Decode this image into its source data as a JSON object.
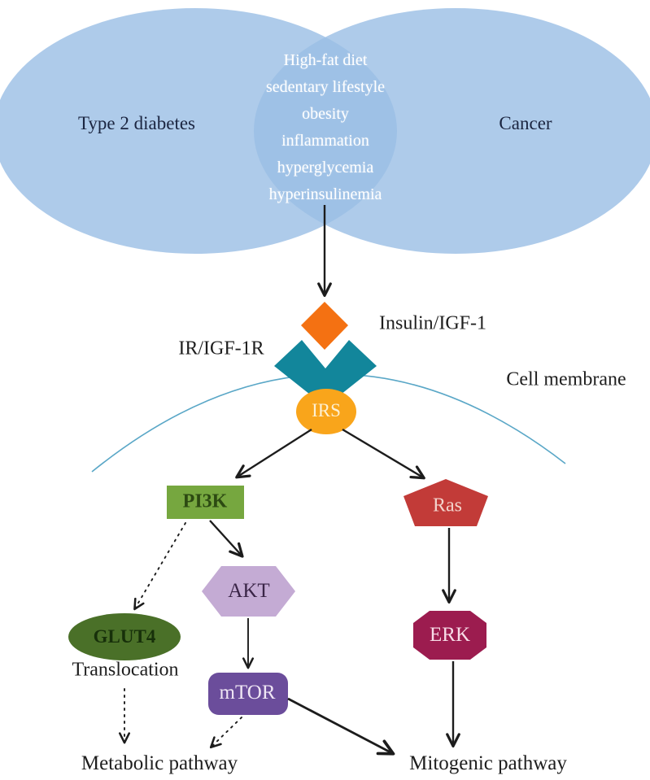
{
  "figure": {
    "background": "#ffffff",
    "venn": {
      "left_label": "Type 2 diabetes",
      "right_label": "Cancer",
      "shared_factors": [
        "High-fat diet",
        "sedentary lifestyle",
        "obesity",
        "inflammation",
        "hyperglycemia",
        "hyperinsulinemia"
      ],
      "circle_color": "#9ABEE5",
      "label_color": "#1B2540",
      "shared_text_color": "#FFFFFF"
    },
    "membrane": {
      "label": "Cell membrane",
      "line_color": "#5AA7C7"
    },
    "nodes": {
      "insulin": {
        "label": "Insulin/IGF-1",
        "fill": "#F47112"
      },
      "receptor": {
        "label": "IR/IGF-1R",
        "fill": "#12869B"
      },
      "irs": {
        "label": "IRS",
        "fill": "#F9A51B"
      },
      "pi3k": {
        "label": "PI3K",
        "fill": "#76A73F"
      },
      "ras": {
        "label": "Ras",
        "fill": "#C23B38"
      },
      "akt": {
        "label": "AKT",
        "fill": "#C4ABD4"
      },
      "erk": {
        "label": "ERK",
        "fill": "#9C1C4F"
      },
      "glut4": {
        "label": "GLUT4",
        "fill": "#4A7028"
      },
      "mtor": {
        "label": "mTOR",
        "fill": "#6B4D9B"
      }
    },
    "captions": {
      "translocation": "Translocation",
      "metabolic_pathway": "Metabolic pathway",
      "mitogenic_pathway": "Mitogenic pathway"
    },
    "arrow_color": "#1C1C1C"
  }
}
